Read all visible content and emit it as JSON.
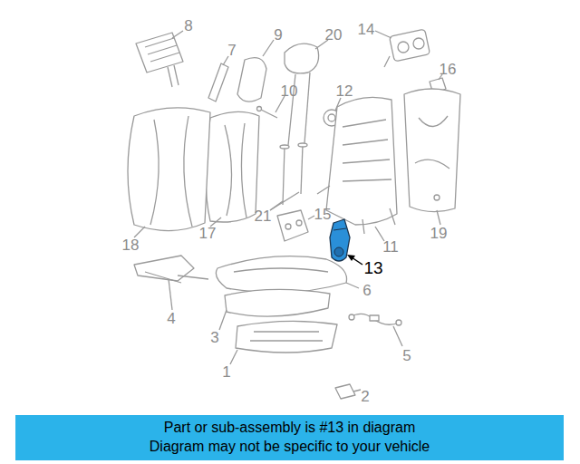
{
  "diagram": {
    "nodes": [
      {
        "text": [
          "Part or sub-assembly is #13 in diagram",
          "Diagram may not be specific to your vehicle"
        ]
      }
    ],
    "labels": [
      "8",
      "9",
      "20",
      "14",
      "7",
      "10",
      "12",
      "16",
      "15",
      "21",
      "17",
      "18",
      "11",
      "19",
      "13",
      "6",
      "4",
      "3",
      "5",
      "1",
      "2"
    ]
  }
}
